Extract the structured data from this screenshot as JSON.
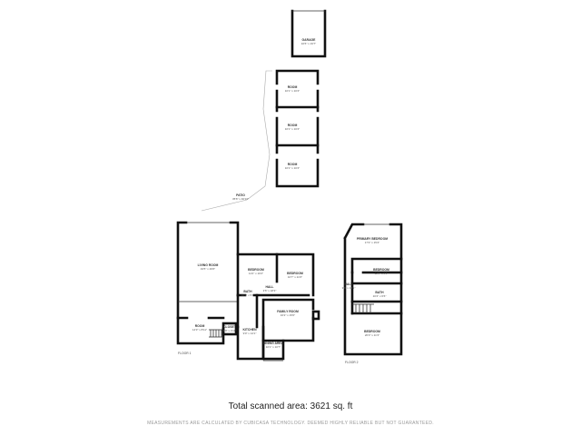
{
  "rooms": [
    {
      "id": "garage",
      "label": "GARAGE",
      "dims": "10'6\" x 19'7\""
    },
    {
      "id": "room1",
      "label": "ROOM",
      "dims": "10'1\" x 10'4\""
    },
    {
      "id": "room2",
      "label": "ROOM",
      "dims": "10'1\" x 10'4\""
    },
    {
      "id": "room3",
      "label": "ROOM",
      "dims": "10'1\" x 10'4\""
    },
    {
      "id": "patio",
      "label": "PATIO",
      "dims": "35'6\" x 40'10\""
    },
    {
      "id": "living",
      "label": "LIVING ROOM",
      "dims": "19'5\" x 29'6\""
    },
    {
      "id": "bedroom1",
      "label": "BEDROOM",
      "dims": "11'2\" x 10'2\""
    },
    {
      "id": "bedroom2",
      "label": "BEDROOM",
      "dims": "10'7\" x 11'6\""
    },
    {
      "id": "bath1",
      "label": "BATH",
      "dims": "10'1\" x 5'1\""
    },
    {
      "id": "hall1",
      "label": "HALL",
      "dims": "3'6\" x 18'3\""
    },
    {
      "id": "family",
      "label": "FAMILY ROOM",
      "dims": "16'2\" x 15'0\""
    },
    {
      "id": "room4",
      "label": "ROOM",
      "dims": "14'3\" x 8'11\""
    },
    {
      "id": "closet",
      "label": "CLOSET",
      "dims": "4'9\" x 4'11\""
    },
    {
      "id": "kitchen",
      "label": "KITCHEN",
      "dims": "9'0\" x 14'1\""
    },
    {
      "id": "dining",
      "label": "DINING AREA",
      "dims": "10'1\" x 10'7\""
    },
    {
      "id": "primary",
      "label": "PRIMARY BEDROOM",
      "dims": "17'3\" x 15'4\""
    },
    {
      "id": "bedroom3",
      "label": "BEDROOM",
      "dims": "12'6\" x 9'6\""
    },
    {
      "id": "hall2",
      "label": "HALL",
      "dims": "3'6\" x 16'1\""
    },
    {
      "id": "bath2",
      "label": "BATH",
      "dims": "10'4\" x 6'6\""
    },
    {
      "id": "bedroom4",
      "label": "BEDROOM",
      "dims": "20'3\" x 11'3\""
    }
  ],
  "floors": {
    "floor1": "FLOOR 1",
    "floor2": "FLOOR 2"
  },
  "footer": {
    "total_area": "Total scanned area: 3621 sq. ft",
    "disclaimer": "MEASUREMENTS ARE CALCULATED BY CUBICASA TECHNOLOGY. DEEMED HIGHLY RELIABLE BUT NOT GUARANTEED."
  }
}
